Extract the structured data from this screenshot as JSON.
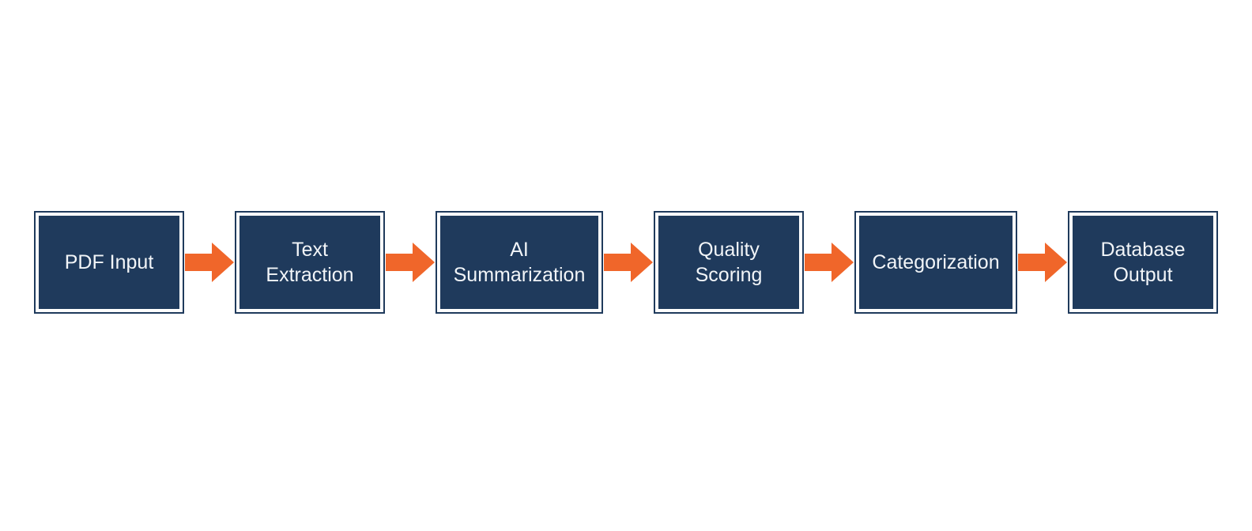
{
  "diagram": {
    "steps": [
      {
        "label": "PDF Input"
      },
      {
        "label": "Text Extraction"
      },
      {
        "label": "AI Summarization"
      },
      {
        "label": "Quality Scoring"
      },
      {
        "label": "Categorization"
      },
      {
        "label": "Database Output"
      }
    ],
    "colors": {
      "box_fill": "#1f3a5c",
      "box_border": "#1f3a5c",
      "box_inner_stroke": "#ffffff",
      "arrow": "#f0662a",
      "text": "#f2f5f8",
      "background": "#ffffff"
    }
  }
}
